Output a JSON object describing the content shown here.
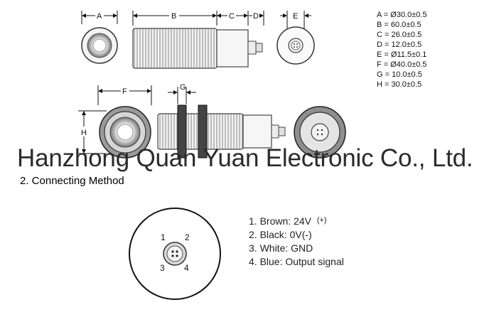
{
  "dimensions": {
    "labels": {
      "a": "A",
      "b": "B",
      "c": "C",
      "d": "D",
      "e": "E",
      "f": "F",
      "g": "G",
      "h": "H"
    },
    "specs": [
      "A = Ø30.0±0.5",
      "B = 60.0±0.5",
      "C = 26.0±0.5",
      "D = 12.0±0.5",
      "E = Ø11.5±0.1",
      "F = Ø40.0±0.5",
      "G = 10.0±0.5",
      "H = 30.0±0.5"
    ]
  },
  "watermark": "Hanzhong Quan Yuan Electronic Co., Ltd.",
  "section_title": "2.  Connecting Method",
  "pins": [
    "1",
    "2",
    "3",
    "4"
  ],
  "wiring": [
    "1.  Brown: 24V",
    "2. Black: 0V",
    "3. White:  GND",
    "4. Blue: Output signal"
  ],
  "wiring_symbols": {
    "plus": "(+)",
    "minus": "(-)"
  }
}
